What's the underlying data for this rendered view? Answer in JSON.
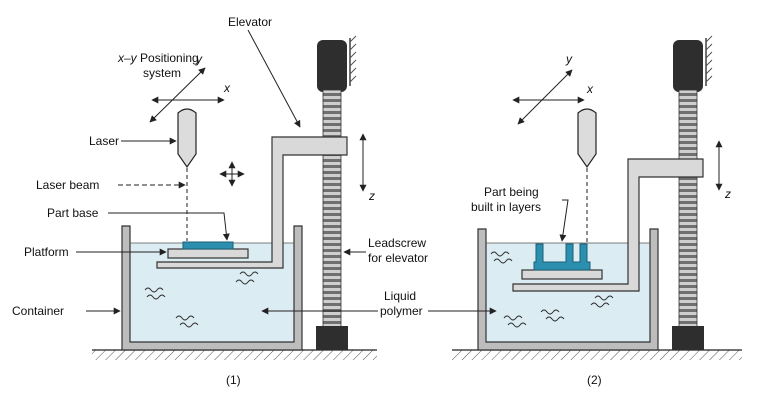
{
  "labels": {
    "elevator": "Elevator",
    "positioning_line1": "x–y Positioning",
    "positioning_line2": "system",
    "laser": "Laser",
    "laser_beam": "Laser beam",
    "part_base": "Part base",
    "platform": "Platform",
    "container": "Container",
    "leadscrew_line1": "Leadscrew",
    "leadscrew_line2": "for elevator",
    "liquid_line1": "Liquid",
    "liquid_line2": "polymer",
    "part_layers_line1": "Part being",
    "part_layers_line2": "built in layers"
  },
  "axes": {
    "x": "x",
    "y": "y",
    "z": "z"
  },
  "captions": {
    "stage1": "(1)",
    "stage2": "(2)"
  },
  "colors": {
    "liquid": "#dcecf3",
    "part": "#2b8fb0",
    "elevator_fill": "#d9d9d9",
    "container_fill": "#bdbdbd",
    "screw_dark": "#2e2e2e"
  },
  "icons": [
    "crosshair-arrows-icon",
    "xy-axes-icon",
    "z-arrow-icon",
    "wave-icon"
  ]
}
